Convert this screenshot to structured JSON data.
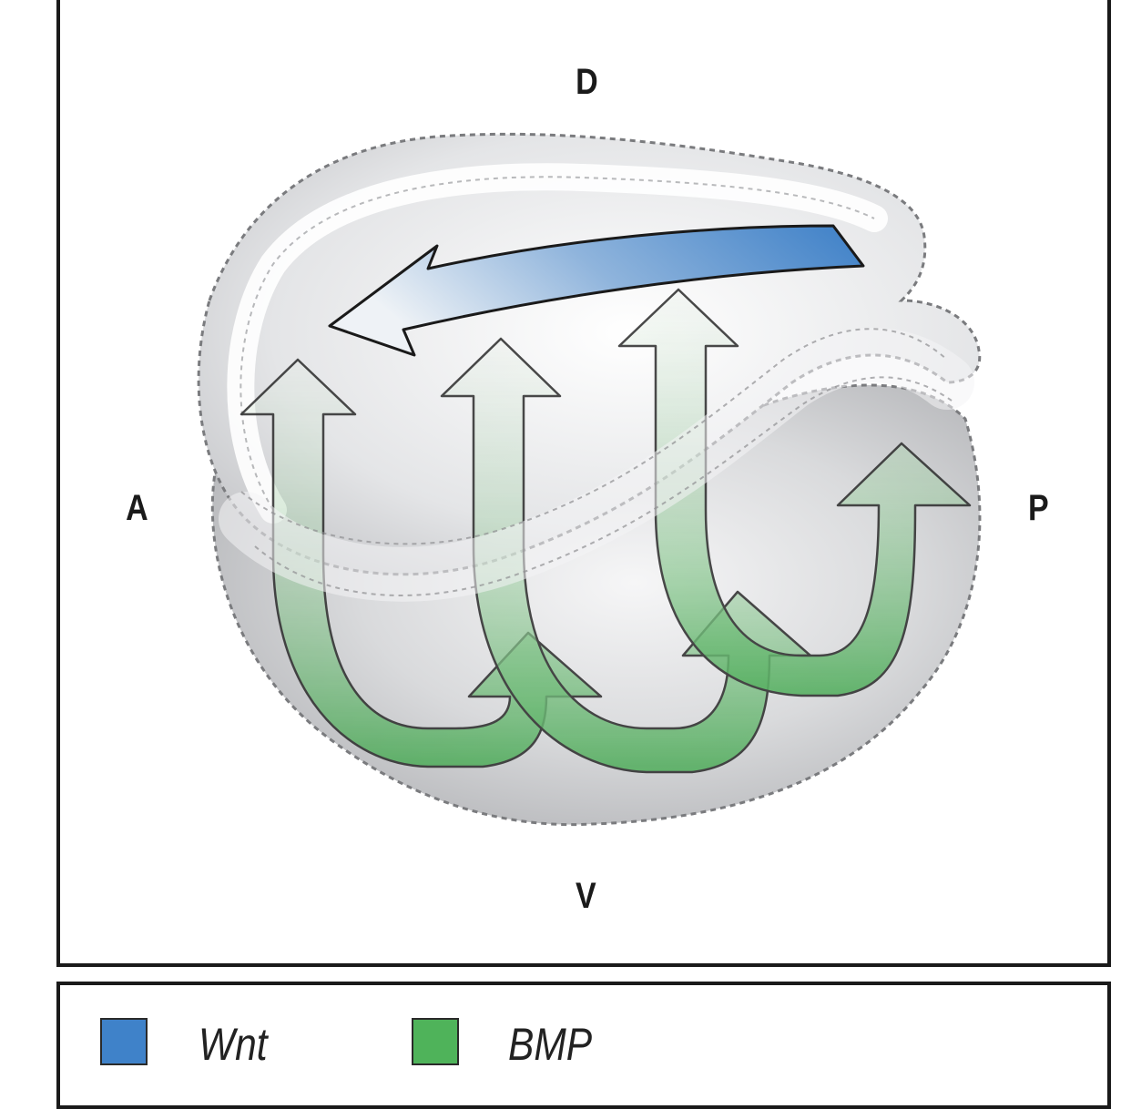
{
  "axes": {
    "dorsal": "D",
    "ventral": "V",
    "anterior": "A",
    "posterior": "P"
  },
  "legend": {
    "items": [
      {
        "label": "Wnt",
        "color": "#3f82c9"
      },
      {
        "label": "BMP",
        "color": "#4fb35a"
      }
    ]
  },
  "colors": {
    "wnt": "#3f82c9",
    "bmp": "#4fb35a",
    "embryo_fill": "#d6d7d9",
    "outline": "#1a1a1a"
  }
}
